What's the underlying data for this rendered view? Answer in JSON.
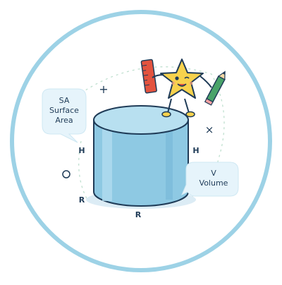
{
  "bubble_left": {
    "line1": "SA",
    "line2": "Surface",
    "line3": "Area"
  },
  "bubble_right": {
    "line1": "V",
    "line2": "Volume"
  },
  "labels": {
    "h_left": "H",
    "h_right": "H",
    "r_left": "R",
    "r_bottom": "R"
  },
  "symbols": {
    "plus": "+",
    "times": "×"
  },
  "colors": {
    "ring": "#9dd2e6",
    "cylinder": "#8ec9e3",
    "cylinder_top": "#b8e0f0",
    "outline": "#1f3b57",
    "star": "#f7d24d",
    "ruler": "#e3533f",
    "pencil": "#4aa36a"
  }
}
